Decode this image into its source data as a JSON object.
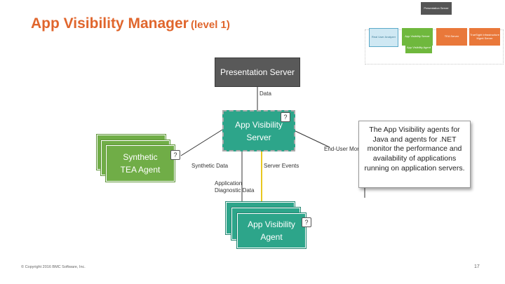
{
  "title": {
    "main": "App Visibility Manager",
    "level": "(level 1)"
  },
  "mini_diagram": {
    "presentation_server": "Presentation Server",
    "boxes": [
      "Real User Analyzer",
      "App Visibility Server",
      "TEA Server",
      "TrueSight Infrastructure Mgmt Server"
    ],
    "agent": "App Visibility Agent"
  },
  "diagram": {
    "presentation_server": "Presentation Server",
    "data_label": "Data",
    "app_visibility_server": [
      "App Visibility",
      "Server"
    ],
    "synthetic_tea_agent": [
      "Synthetic",
      "TEA Agent"
    ],
    "synthetic_data_label": "Synthetic Data",
    "server_events_label": "Server Events",
    "end_user_label": "End-User Mon",
    "app_diagnostic_label": [
      "Application",
      "Diagnostic Data"
    ],
    "app_visibility_agent": [
      "App Visibility",
      "Agent"
    ],
    "question_mark": "?"
  },
  "callout": {
    "text": "The App Visibility agents for Java and agents for .NET monitor the performance and availability of applications running on application servers."
  },
  "footer": {
    "copyright": "© Copyright 2016 BMC Software, Inc.",
    "page_number": "17"
  },
  "colors": {
    "title": "#e0662d",
    "teal": "#2da58a",
    "green": "#70ad47",
    "dark_gray": "#595959",
    "yellow_line": "#e8c821"
  }
}
